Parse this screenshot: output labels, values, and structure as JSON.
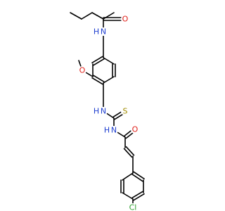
{
  "atom_labels": {
    "amide_nh": "N",
    "amide_h": "H",
    "amide_o": "O",
    "methoxy_o": "O",
    "thiourea_n1": "N",
    "thiourea_h1": "H",
    "thiourea_s": "S",
    "thiourea_n2": "N",
    "thiourea_h2": "H",
    "acryl_o": "O",
    "chlorine": "Cl"
  },
  "colors": {
    "bond": "#000000",
    "nitrogen": "#1f3fcf",
    "oxygen": "#e0201a",
    "sulfur": "#a08c00",
    "chlorine": "#2ea02e"
  }
}
